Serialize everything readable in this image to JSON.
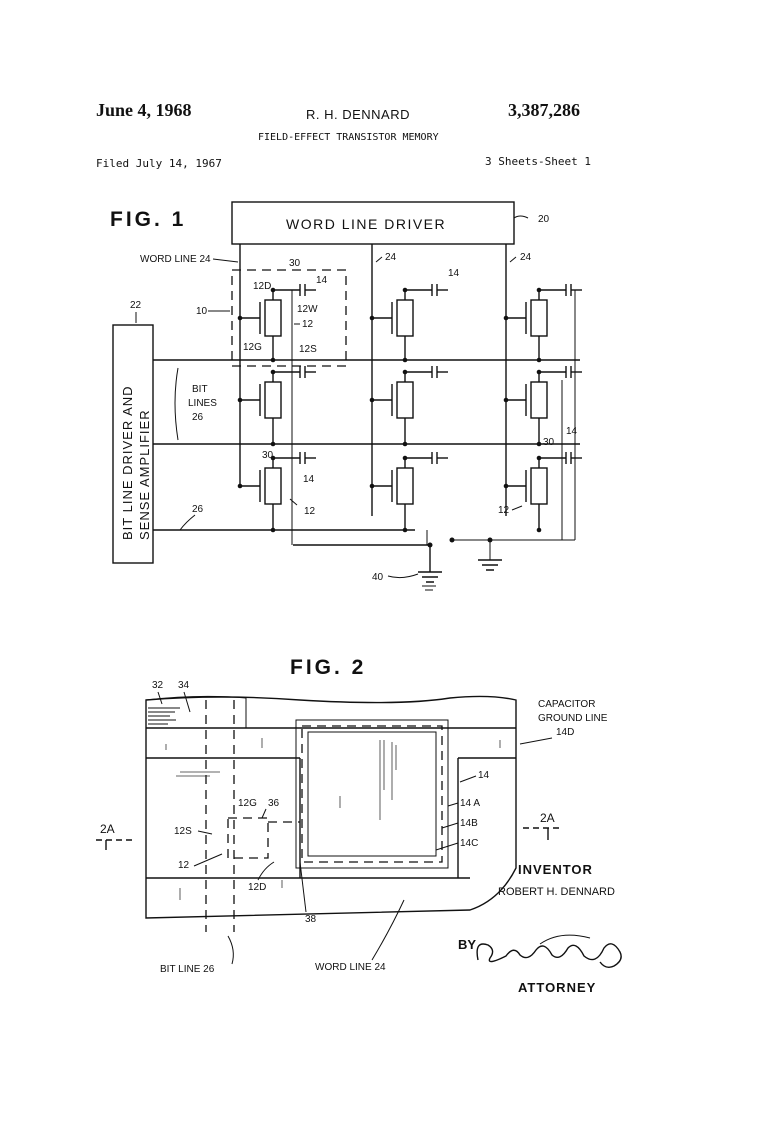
{
  "header": {
    "date": "June 4, 1968",
    "inventor_name": "R. H. DENNARD",
    "patent_number": "3,387,286",
    "title": "FIELD-EFFECT TRANSISTOR MEMORY",
    "filed": "Filed July 14, 1967",
    "sheets": "3 Sheets-Sheet 1"
  },
  "fig1": {
    "title": "FIG. 1",
    "word_line_driver": "WORD LINE DRIVER",
    "ref_20": "20",
    "word_line_label": "WORD LINE 24",
    "ref_24a": "24",
    "ref_24b": "24",
    "ref_22": "22",
    "ref_10": "10",
    "bit_driver_line1": "BIT LINE DRIVER AND",
    "bit_driver_line2": "SENSE AMPLIFIER",
    "bit_lines_1": "BIT",
    "bit_lines_2": "LINES",
    "bit_lines_3": "26",
    "ref_26": "26",
    "ref_30_top": "30",
    "ref_14_top": "14",
    "ref_12D": "12D",
    "ref_12W": "12W",
    "ref_12": "12",
    "ref_12G": "12G",
    "ref_12S": "12S",
    "ref_14_col2": "14",
    "ref_30_bl": "30",
    "ref_14_bl": "14",
    "ref_12_bl": "12",
    "ref_30_br": "30",
    "ref_14_br": "14",
    "ref_12_br": "12",
    "ref_40": "40"
  },
  "fig2": {
    "title": "FIG. 2",
    "ref_32": "32",
    "ref_34": "34",
    "cap_ground_1": "CAPACITOR",
    "cap_ground_2": "GROUND LINE",
    "cap_ground_3": "14D",
    "ref_14": "14",
    "ref_14A": "14 A",
    "ref_14B": "14B",
    "ref_14C": "14C",
    "ref_2A_left": "2A",
    "ref_2A_right": "2A",
    "ref_12G": "12G",
    "ref_36": "36",
    "ref_12S": "12S",
    "ref_12": "12",
    "ref_12D": "12D",
    "ref_38": "38",
    "bit_line": "BIT LINE 26",
    "word_line": "WORD LINE 24"
  },
  "footer": {
    "inventor_heading": "INVENTOR",
    "inventor_full": "ROBERT H. DENNARD",
    "by": "BY",
    "attorney": "ATTORNEY"
  }
}
